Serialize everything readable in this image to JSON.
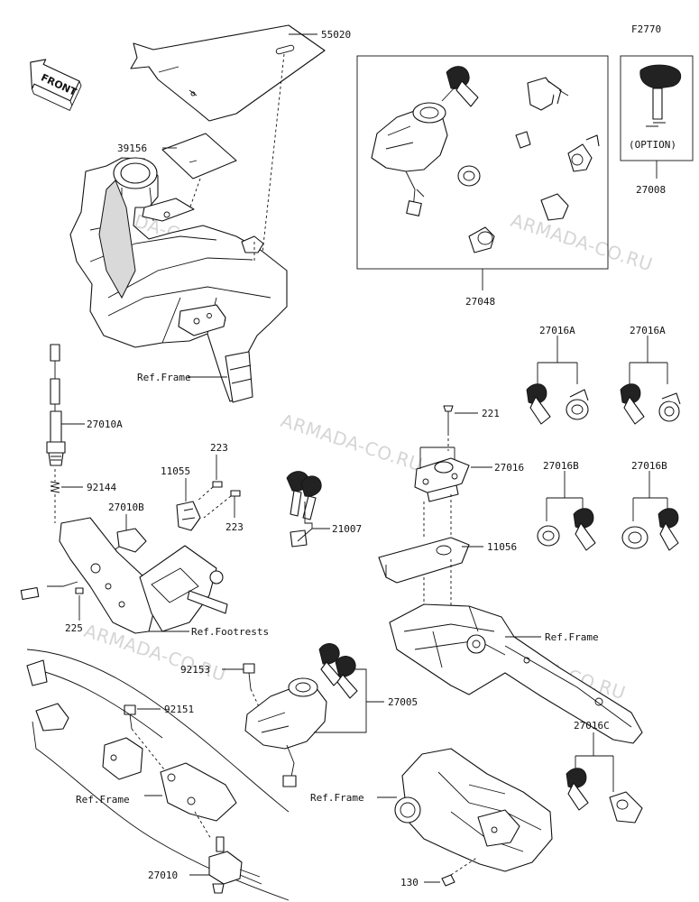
{
  "figure_id": "F2770",
  "front_label": "FRONT",
  "option_label": "(OPTION)",
  "watermark": "ARMADA-CO.RU",
  "part_numbers": {
    "p55020": "55020",
    "p39156": "39156",
    "p27048": "27048",
    "p27008": "27008",
    "p27016A_1": "27016A",
    "p27016A_2": "27016A",
    "p27010A": "27010A",
    "p221": "221",
    "p27016": "27016",
    "p223_1": "223",
    "p223_2": "223",
    "p11055": "11055",
    "p92144": "92144",
    "p27016B_1": "27016B",
    "p27016B_2": "27016B",
    "p27010B": "27010B",
    "p21007": "21007",
    "p11056": "11056",
    "p225": "225",
    "p92153": "92153",
    "p27005": "27005",
    "p92151": "92151",
    "p27016C": "27016C",
    "p27010": "27010",
    "p130": "130"
  },
  "references": {
    "frame_top": "Ref.Frame",
    "footrests": "Ref.Footrests",
    "frame_right": "Ref.Frame",
    "frame_bottom_left": "Ref.Frame",
    "frame_bottom_right": "Ref.Frame"
  }
}
